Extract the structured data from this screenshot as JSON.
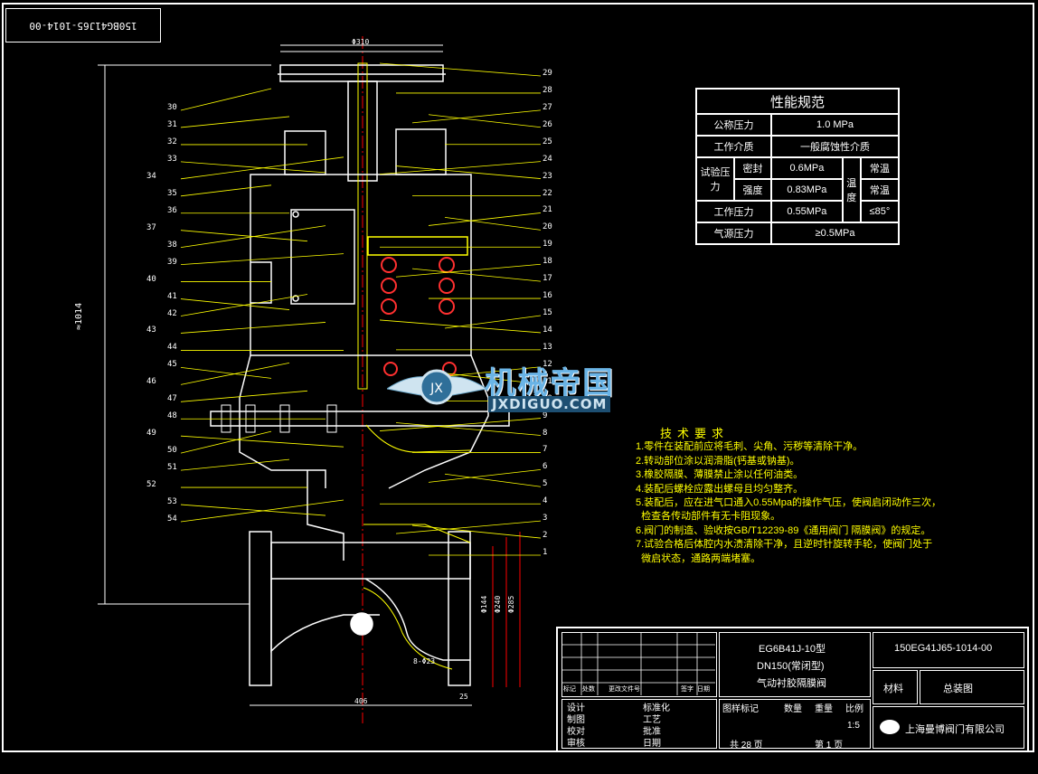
{
  "drawing_number_stamp": "150BG41J65-1014-00",
  "dimensions": {
    "handwheel_dia": "Φ310",
    "overall_height": "≈1014",
    "face_to_face": "406",
    "flange_d1": "Φ144",
    "flange_d2": "Φ240",
    "flange_d3": "Φ285",
    "bolts": "8-Φ23",
    "thickness": "25"
  },
  "part_numbers_left": [
    "30",
    "31",
    "32",
    "33",
    "34",
    "35",
    "36",
    "37",
    "38",
    "39",
    "40",
    "41",
    "42",
    "43",
    "44",
    "45",
    "46",
    "47",
    "48",
    "49",
    "50",
    "51",
    "52",
    "53",
    "54"
  ],
  "part_numbers_right": [
    "29",
    "28",
    "27",
    "26",
    "25",
    "24",
    "23",
    "22",
    "21",
    "20",
    "19",
    "18",
    "17",
    "16",
    "15",
    "14",
    "13",
    "12",
    "11",
    "10",
    "9",
    "8",
    "7",
    "6",
    "5",
    "4",
    "3",
    "2",
    "1"
  ],
  "performance_spec": {
    "title": "性能规范",
    "rows": {
      "nominal_pressure_label": "公称压力",
      "nominal_pressure_value": "1.0 MPa",
      "medium_label": "工作介质",
      "medium_value": "一般腐蚀性介质",
      "test_pressure_label": "试验压力",
      "seal_label": "密封",
      "seal_value": "0.6MPa",
      "strength_label": "强度",
      "strength_value": "0.83MPa",
      "temp_label": "温度",
      "temp_value1": "常温",
      "temp_value2": "常温",
      "working_pressure_label": "工作压力",
      "working_pressure_value": "0.55MPa",
      "working_temp_value": "≤85°",
      "air_pressure_label": "气源压力",
      "air_pressure_value": "≥0.5MPa"
    }
  },
  "technical_requirements": {
    "heading": "技术要求",
    "items": [
      "1.零件在装配前应将毛刺、尖角、污秽等清除干净。",
      "2.转动部位涂以润滑脂(钙基或钠基)。",
      "3.橡胶隔膜、薄膜禁止涂以任何油类。",
      "4.装配后螺栓应露出螺母且均匀整齐。",
      "5.装配后，应在进气口通入0.55Mpa的操作气压，使阀启闭动作三次，",
      "  检查各传动部件有无卡阻现象。",
      "6.阀门的制造、验收按GB/T12239-89《通用阀门 隔膜阀》的规定。",
      "7.试验合格后体腔内水渍清除干净，且逆时针旋转手轮，使阀门处于",
      "  微启状态，通路两端堵塞。"
    ]
  },
  "watermark": {
    "brand_cn": "机械帝国",
    "brand_en": "JXDIGUO.COM"
  },
  "title_block": {
    "model": "EG6B41J-10型",
    "size": "DN150(常闭型)",
    "name": "气动衬胶隔膜阀",
    "drawing_no": "150EG41J65-1014-00",
    "material_label": "材料",
    "assembly_label": "总装图",
    "revision_headers": [
      "标记",
      "处数",
      "更改文件号",
      "签字",
      "日期"
    ],
    "roles": [
      "设计",
      "制图",
      "校对",
      "审核"
    ],
    "roles2": [
      "标准化",
      "工艺",
      "批准",
      "日期"
    ],
    "stage_label": "图样标记",
    "qty_label": "数量",
    "weight_label": "重量",
    "scale_label": "比例",
    "scale_value": "1:5",
    "total_label": "共 28 页",
    "page_label": "第 1 页",
    "company": "上海曼博阀门有限公司"
  }
}
